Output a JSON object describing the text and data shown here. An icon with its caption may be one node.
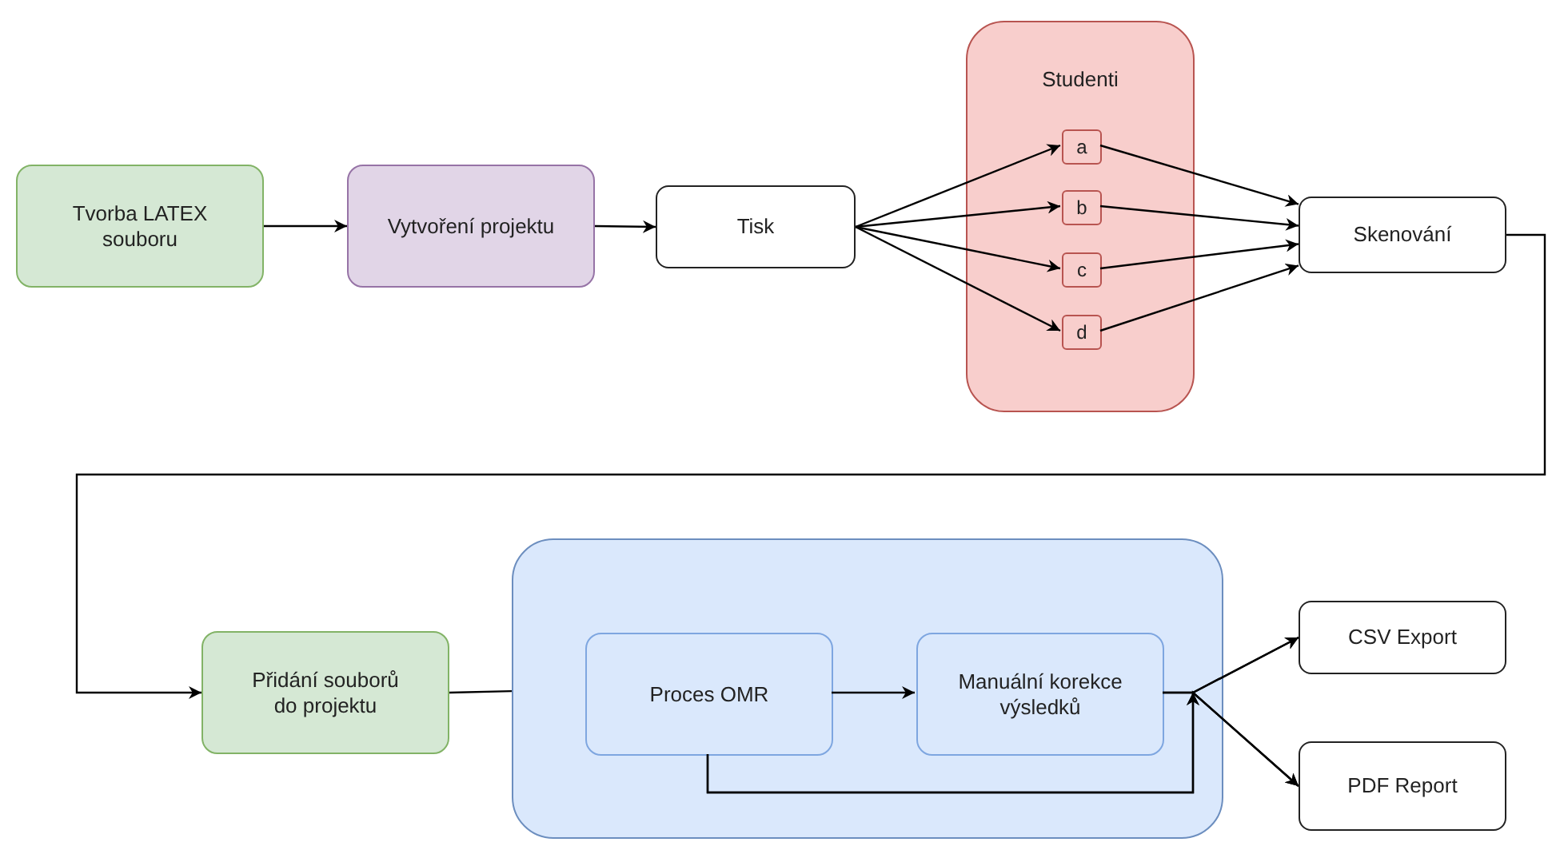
{
  "diagram": {
    "nodes": [
      {
        "text": [
          "Tvorba LATEX souboru"
        ]
      },
      {
        "text": [
          "Vytvoření projektu"
        ]
      },
      {
        "text": [
          "Tisk"
        ]
      },
      {
        "text": [
          "Studenti"
        ]
      },
      {
        "text": [
          "a"
        ],
        "in": 3
      },
      {
        "text": [
          "b"
        ],
        "in": 3
      },
      {
        "text": [
          "c"
        ],
        "in": 3
      },
      {
        "text": [
          "d"
        ],
        "in": 3
      },
      {
        "text": [
          "Skenování"
        ]
      },
      {
        "text": [
          "Přidání souborů do projektu"
        ]
      },
      {
        "text": [],
        "shape": "box"
      },
      {
        "text": [
          "Proces OMR"
        ],
        "in": 10
      },
      {
        "text": [
          "Manuální korekce výsledků"
        ],
        "in": 10
      },
      {
        "text": [
          "CSV Export"
        ]
      },
      {
        "text": [
          "PDF Report"
        ]
      }
    ],
    "edges": [
      {
        "from": 0,
        "to": 1,
        "arrow": "to"
      },
      {
        "from": 1,
        "to": 2,
        "arrow": "to"
      },
      {
        "from": 2,
        "to": 4,
        "arrow": "to"
      },
      {
        "from": 2,
        "to": 5,
        "arrow": "to"
      },
      {
        "from": 2,
        "to": 6,
        "arrow": "to"
      },
      {
        "from": 2,
        "to": 7,
        "arrow": "to"
      },
      {
        "from": 4,
        "to": 8,
        "arrow": "to"
      },
      {
        "from": 5,
        "to": 8,
        "arrow": "to"
      },
      {
        "from": 6,
        "to": 8,
        "arrow": "to"
      },
      {
        "from": 7,
        "to": 8,
        "arrow": "to"
      },
      {
        "from": 8,
        "to": 9,
        "arrow": "to"
      },
      {
        "from": 9,
        "to": 10,
        "arrow": "none"
      },
      {
        "from": 11,
        "to": 12,
        "arrow": "to"
      },
      {
        "from": 12,
        "to": 13,
        "arrow": "to"
      },
      {
        "from": 12,
        "to": 14,
        "arrow": "to"
      },
      {
        "from": 11,
        "to": 13,
        "arrow": "to"
      },
      {
        "from": 11,
        "to": 14,
        "arrow": "to"
      }
    ]
  }
}
